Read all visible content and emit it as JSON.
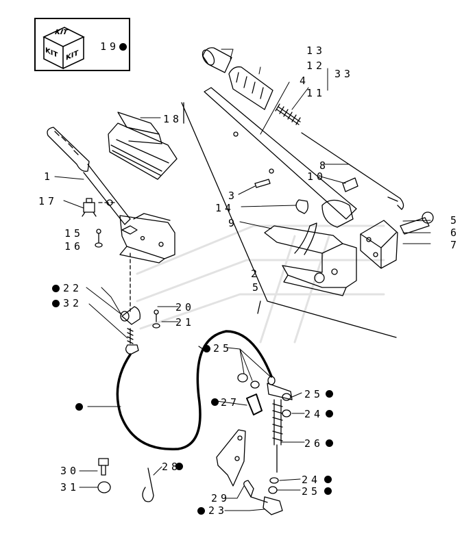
{
  "kit": {
    "face_top": "KIT",
    "face_left": "KIT",
    "face_right": "KIT",
    "ref": "19"
  },
  "labels": {
    "l1": "1",
    "l3": "3",
    "l4": "4",
    "l5a": "5",
    "l5b": "5",
    "l6": "6",
    "l7": "7",
    "l8": "8",
    "l9": "9",
    "l10": "10",
    "l11": "11",
    "l12": "12",
    "l13": "13",
    "l14": "14",
    "l15": "15",
    "l16": "16",
    "l17": "17",
    "l18": "18",
    "l2": "2",
    "l20": "20",
    "l21": "21",
    "l22": "22",
    "l32": "32",
    "l33": "33",
    "l25a": "25",
    "l25b": "25",
    "l25c": "25",
    "l24a": "24",
    "l24b": "24",
    "l26": "26",
    "l27": "27",
    "l28": "28",
    "l29": "29",
    "l23": "23",
    "l30": "30",
    "l31": "31"
  }
}
